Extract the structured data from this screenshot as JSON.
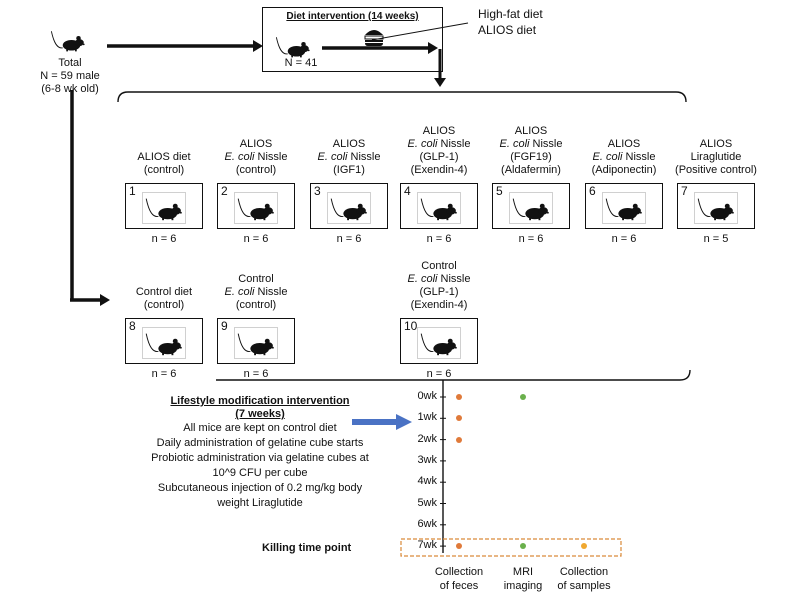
{
  "start": {
    "label": "Total",
    "n": "N = 59 male",
    "age": "(6-8 wk old)"
  },
  "diet_box": {
    "title": "Diet intervention (14  weeks)",
    "n": "N = 41"
  },
  "diets": [
    "High-fat diet",
    "ALIOS diet"
  ],
  "groups_top": [
    {
      "num": "1",
      "lines": [
        "ALIOS diet",
        "(control)"
      ],
      "italic_line": -1,
      "n": "n = 6"
    },
    {
      "num": "2",
      "lines": [
        "ALIOS",
        "E. coli Nissle",
        "(control)"
      ],
      "italic_line": 1,
      "n": "n = 6"
    },
    {
      "num": "3",
      "lines": [
        "ALIOS",
        "E. coli Nissle",
        "(IGF1)"
      ],
      "italic_line": 1,
      "n": "n = 6"
    },
    {
      "num": "4",
      "lines": [
        "ALIOS",
        "E. coli Nissle",
        "(GLP-1)",
        "(Exendin-4)"
      ],
      "italic_line": 1,
      "n": "n = 6"
    },
    {
      "num": "5",
      "lines": [
        "ALIOS",
        "E. coli Nissle",
        "(FGF19)",
        "(Aldafermin)"
      ],
      "italic_line": 1,
      "n": "n = 6"
    },
    {
      "num": "6",
      "lines": [
        "ALIOS",
        "E. coli Nissle",
        "(Adiponectin)"
      ],
      "italic_line": 1,
      "n": "n = 6"
    },
    {
      "num": "7",
      "lines": [
        "ALIOS",
        "Liraglutide",
        "(Positive control)"
      ],
      "italic_line": -1,
      "n": "n = 5"
    }
  ],
  "groups_bottom": [
    {
      "num": "8",
      "lines": [
        "Control diet",
        "(control)"
      ],
      "italic_line": -1,
      "n": "n = 6"
    },
    {
      "num": "9",
      "lines": [
        "Control",
        "E. coli Nissle",
        "(control)"
      ],
      "italic_line": 1,
      "n": "n = 6"
    },
    {
      "num": "10",
      "lines": [
        "Control",
        "E. coli Nissle",
        "(GLP-1)",
        "(Exendin-4)"
      ],
      "italic_line": 1,
      "n": "n = 6"
    }
  ],
  "lifestyle": {
    "title1": "Lifestyle modification intervention",
    "title2": "(7 weeks)",
    "lines": [
      "All mice are kept on control diet",
      "Daily administration of gelatine cube starts",
      "Probiotic administration via gelatine cubes at",
      "10^9 CFU per cube",
      "Subcutaneous injection of 0.2 mg/kg body",
      "weight Liraglutide"
    ]
  },
  "killing_label": "Killing time point",
  "timeline": {
    "weeks": [
      "0wk",
      "1wk",
      "2wk",
      "3wk",
      "4wk",
      "5wk",
      "6wk",
      "7wk"
    ],
    "events": [
      {
        "week": 0,
        "type": "feces"
      },
      {
        "week": 0,
        "type": "mri"
      },
      {
        "week": 1,
        "type": "feces"
      },
      {
        "week": 2,
        "type": "feces"
      },
      {
        "week": 7,
        "type": "feces"
      },
      {
        "week": 7,
        "type": "mri"
      },
      {
        "week": 7,
        "type": "samples"
      }
    ],
    "legend": [
      {
        "type": "feces",
        "lines": [
          "Collection",
          "of feces"
        ],
        "color": "#e07a3a"
      },
      {
        "type": "mri",
        "lines": [
          "MRI",
          "imaging"
        ],
        "color": "#6ab04c"
      },
      {
        "type": "samples",
        "lines": [
          "Collection",
          "of samples"
        ],
        "color": "#f0a830"
      }
    ]
  },
  "colors": {
    "feces": "#e07a3a",
    "mri": "#6ab04c",
    "samples": "#f0a830",
    "blue_arrow": "#4a72c4",
    "kill_box": "#d98a3a"
  }
}
